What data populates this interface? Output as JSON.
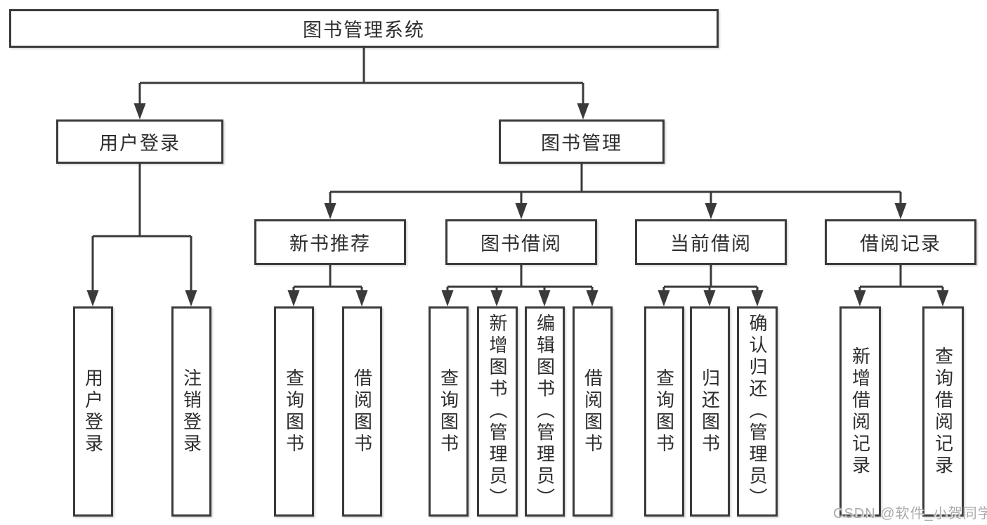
{
  "diagram": {
    "root": {
      "label": "图书管理系统",
      "children": [
        {
          "label": "用户登录",
          "children": [
            {
              "label": "用户登录"
            },
            {
              "label": "注销登录"
            }
          ]
        },
        {
          "label": "图书管理",
          "children": [
            {
              "label": "新书推荐",
              "children": [
                {
                  "label": "查询图书"
                },
                {
                  "label": "借阅图书"
                }
              ]
            },
            {
              "label": "图书借阅",
              "children": [
                {
                  "label": "查询图书"
                },
                {
                  "label": "新增图书（管理员）"
                },
                {
                  "label": "编辑图书（管理员）"
                },
                {
                  "label": "借阅图书"
                }
              ]
            },
            {
              "label": "当前借阅",
              "children": [
                {
                  "label": "查询图书"
                },
                {
                  "label": "归还图书"
                },
                {
                  "label": "确认归还（管理员）"
                }
              ]
            },
            {
              "label": "借阅记录",
              "children": [
                {
                  "label": "新增借阅记录"
                },
                {
                  "label": "查询借阅记录"
                }
              ]
            }
          ]
        }
      ]
    },
    "colors": {
      "line": "#3a3a3a",
      "text": "#2d2d2d",
      "background": "#ffffff",
      "watermark_color": "#ababab"
    }
  },
  "watermark": {
    "text": "CSDN @软件_小贺同学"
  }
}
